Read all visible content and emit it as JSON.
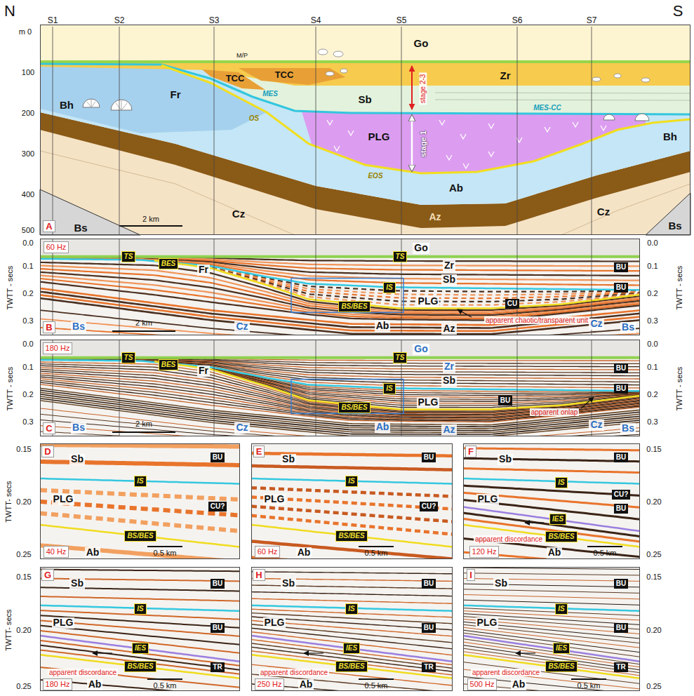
{
  "diagram": {
    "nodes": [
      {
        "text": [
          "A"
        ]
      },
      {
        "text": [
          "B"
        ]
      },
      {
        "text": [
          "C"
        ]
      },
      {
        "text": [
          "D"
        ]
      },
      {
        "text": [
          "E"
        ]
      },
      {
        "text": [
          "F"
        ]
      },
      {
        "text": [
          "G"
        ]
      },
      {
        "text": [
          "H"
        ]
      },
      {
        "text": [
          "I"
        ]
      },
      {
        "text": [
          "60 Hz"
        ],
        "in": 1
      },
      {
        "text": [
          "TS"
        ],
        "in": 1
      },
      {
        "text": [
          "BES"
        ],
        "in": 1
      },
      {
        "text": [
          "TS"
        ],
        "in": 1
      },
      {
        "text": [
          "BU"
        ],
        "in": 1
      },
      {
        "text": [
          "BU"
        ],
        "in": 1
      },
      {
        "text": [
          "IS"
        ],
        "in": 1
      },
      {
        "text": [
          "CU"
        ],
        "in": 1
      },
      {
        "text": [
          "BS/BES"
        ],
        "in": 1
      },
      {
        "text": [
          "180 Hz"
        ],
        "in": 2
      },
      {
        "text": [
          "TS"
        ],
        "in": 2
      },
      {
        "text": [
          "BES"
        ],
        "in": 2
      },
      {
        "text": [
          "TS"
        ],
        "in": 2
      },
      {
        "text": [
          "BU"
        ],
        "in": 2
      },
      {
        "text": [
          "BU"
        ],
        "in": 2
      },
      {
        "text": [
          "IS"
        ],
        "in": 2
      },
      {
        "text": [
          "BU"
        ],
        "in": 2
      },
      {
        "text": [
          "BS/BES"
        ],
        "in": 2
      },
      {
        "text": [
          "40 Hz"
        ],
        "in": 3
      },
      {
        "text": [
          "BU"
        ],
        "in": 3
      },
      {
        "text": [
          "IS"
        ],
        "in": 3
      },
      {
        "text": [
          "CU?"
        ],
        "in": 3
      },
      {
        "text": [
          "BS/BES"
        ],
        "in": 3
      },
      {
        "text": [
          "60 Hz"
        ],
        "in": 4
      },
      {
        "text": [
          "BU"
        ],
        "in": 4
      },
      {
        "text": [
          "IS"
        ],
        "in": 4
      },
      {
        "text": [
          "CU?"
        ],
        "in": 4
      },
      {
        "text": [
          "BS/BES"
        ],
        "in": 4
      },
      {
        "text": [
          "120 Hz"
        ],
        "in": 5
      },
      {
        "text": [
          "BU"
        ],
        "in": 5
      },
      {
        "text": [
          "IS"
        ],
        "in": 5
      },
      {
        "text": [
          "CU?"
        ],
        "in": 5
      },
      {
        "text": [
          "IES"
        ],
        "in": 5
      },
      {
        "text": [
          "BU"
        ],
        "in": 5
      },
      {
        "text": [
          "BS/BES"
        ],
        "in": 5
      },
      {
        "text": [
          "180 Hz"
        ],
        "in": 6
      },
      {
        "text": [
          "BU"
        ],
        "in": 6
      },
      {
        "text": [
          "IS"
        ],
        "in": 6
      },
      {
        "text": [
          "BU"
        ],
        "in": 6
      },
      {
        "text": [
          "IES"
        ],
        "in": 6
      },
      {
        "text": [
          "TR"
        ],
        "in": 6
      },
      {
        "text": [
          "BS/BES"
        ],
        "in": 6
      },
      {
        "text": [
          "250 Hz"
        ],
        "in": 7
      },
      {
        "text": [
          "BU"
        ],
        "in": 7
      },
      {
        "text": [
          "IS"
        ],
        "in": 7
      },
      {
        "text": [
          "BU"
        ],
        "in": 7
      },
      {
        "text": [
          "IES"
        ],
        "in": 7
      },
      {
        "text": [
          "TR"
        ],
        "in": 7
      },
      {
        "text": [
          "BS/BES"
        ],
        "in": 7
      },
      {
        "text": [
          "500 Hz"
        ],
        "in": 8
      },
      {
        "text": [
          "BU"
        ],
        "in": 8
      },
      {
        "text": [
          "IS"
        ],
        "in": 8
      },
      {
        "text": [
          "BU"
        ],
        "in": 8
      },
      {
        "text": [
          "IES"
        ],
        "in": 8
      },
      {
        "text": [
          "TR"
        ],
        "in": 8
      },
      {
        "text": [
          "BS/BES"
        ],
        "in": 8
      }
    ],
    "labels": [
      "N",
      "S",
      "S1",
      "S2",
      "S3",
      "S4",
      "S5",
      "S6",
      "S7",
      "m 0",
      "100",
      "200",
      "300",
      "400",
      "500",
      "Go",
      "M/P",
      "Zr",
      "TCC",
      "TCC",
      "MES",
      "Sb",
      "MES-CC",
      "stage 2-3",
      "stage 1",
      "Fr",
      "Bh",
      "OS",
      "PLG",
      "EOS",
      "Ab",
      "Bh",
      "Bs",
      "Cz",
      "Az",
      "Cz",
      "Bs",
      "2 km",
      "0.0",
      "0.1",
      "0.2",
      "0.3",
      "TWTT - secs",
      "0.0",
      "0.1",
      "0.2",
      "0.3",
      "TWTT - secs",
      "Go",
      "Fr",
      "Zr",
      "Sb",
      "PLG",
      "apparent chaotic/transparent unit",
      "Ab",
      "Az",
      "Bs",
      "Cz",
      "Cz",
      "Bs",
      "2 km",
      "0.0",
      "0.1",
      "0.2",
      "0.3",
      "TWTT - secs",
      "0.0",
      "0.1",
      "0.2",
      "0.3",
      "TWTT - secs",
      "Go",
      "Fr",
      "Zr",
      "Sb",
      "PLG",
      "apparent onlap",
      "Ab",
      "Az",
      "Bs",
      "Cz",
      "Cz",
      "Bs",
      "2 km",
      "0.15",
      "0.20",
      "0.25",
      "TWTT- secs",
      "0.15",
      "0.20",
      "0.25",
      "Sb",
      "PLG",
      "Ab",
      "0.5 km",
      "Sb",
      "PLG",
      "Ab",
      "0.5 km",
      "Sb",
      "PLG",
      "apparent discordance",
      "Ab",
      "0.5 km",
      "0.15",
      "0.20",
      "0.25",
      "TWTT- secs",
      "0.15",
      "0.20",
      "0.25",
      "Sb",
      "PLG",
      "apparent discordance",
      "Ab",
      "0.5 km",
      "Sb",
      "PLG",
      "apparent discordance",
      "Ab",
      "0.5 km",
      "Sb",
      "PLG",
      "apparent discordance",
      "Ab",
      "0.5 km"
    ]
  }
}
